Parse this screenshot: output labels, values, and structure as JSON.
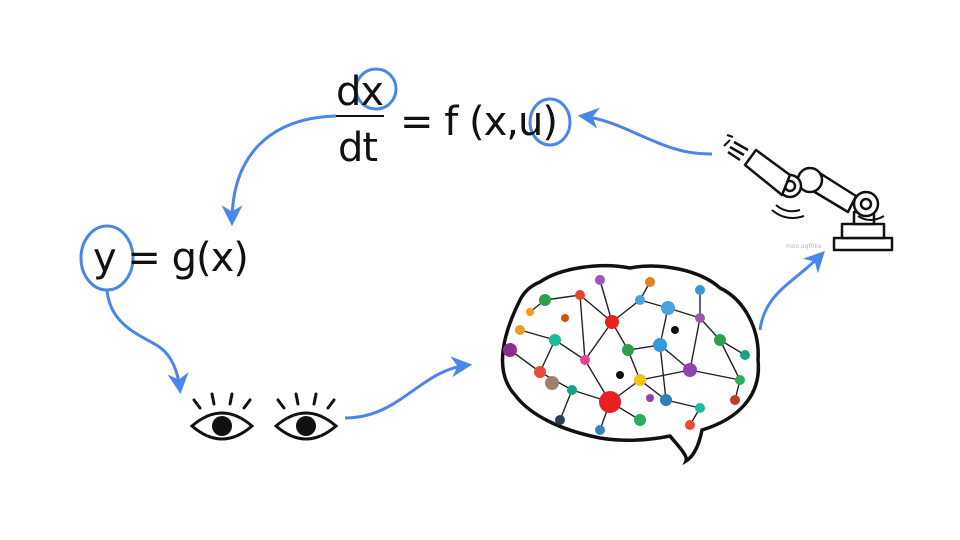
{
  "state_equation": {
    "numerator": "dx",
    "denominator": "dt",
    "rhs": "= f (x,u)"
  },
  "output_equation": {
    "text": "y = g(x)"
  },
  "watermark_text": "moo.aqf0ka",
  "colors": {
    "arrow": "#4a86e8",
    "ink": "#111111"
  },
  "icons": [
    "eye-icon",
    "eye-icon",
    "brain-network-icon",
    "robot-arm-icon"
  ]
}
